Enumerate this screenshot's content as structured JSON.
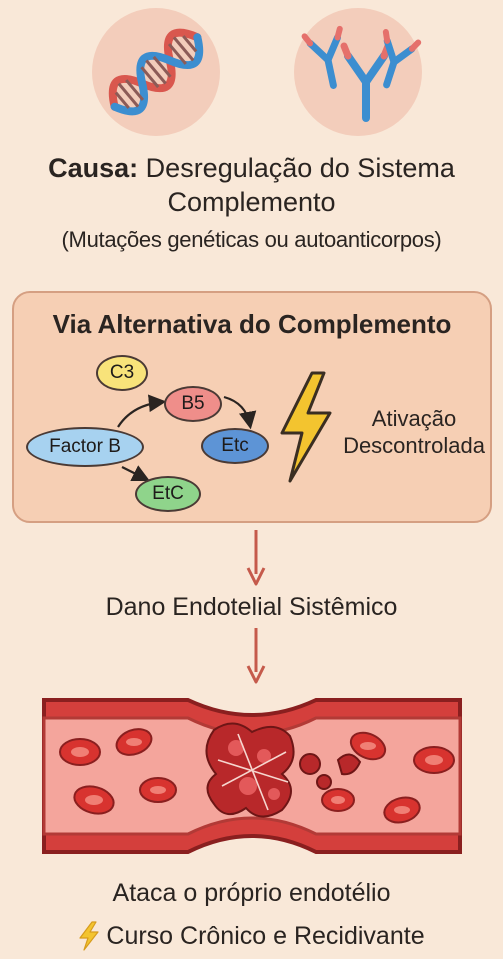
{
  "cause": {
    "label": "Causa:",
    "text": " Desregulação do Sistema",
    "line2": "Complemento",
    "note": "(Mutações genéticas ou autoanticorpos)"
  },
  "pathway": {
    "title": "Via Alternativa do Complemento",
    "nodes": {
      "c3": "C3",
      "b5": "B5",
      "factor_b": "Factor B",
      "etc_blue": "Etc",
      "etc_green": "EtC"
    },
    "activation_line1": "Ativação",
    "activation_line2": "Descontrolada"
  },
  "steps": {
    "damage": "Dano Endotelial Sistêmico",
    "attack": "Ataca o próprio endotélio",
    "course": "Curso Crônico e Recidivante"
  },
  "icons": {
    "top_left": "dna-icon",
    "top_right": "antibody-icon",
    "activation": "lightning-icon",
    "course": "lightning-icon",
    "vessel": "blood-vessel-clot-illustration"
  },
  "colors": {
    "background": "#f9e8d8",
    "arrow": "#c55a4b",
    "lightning": "#f3c42f",
    "panel": "#f6cfb4"
  }
}
